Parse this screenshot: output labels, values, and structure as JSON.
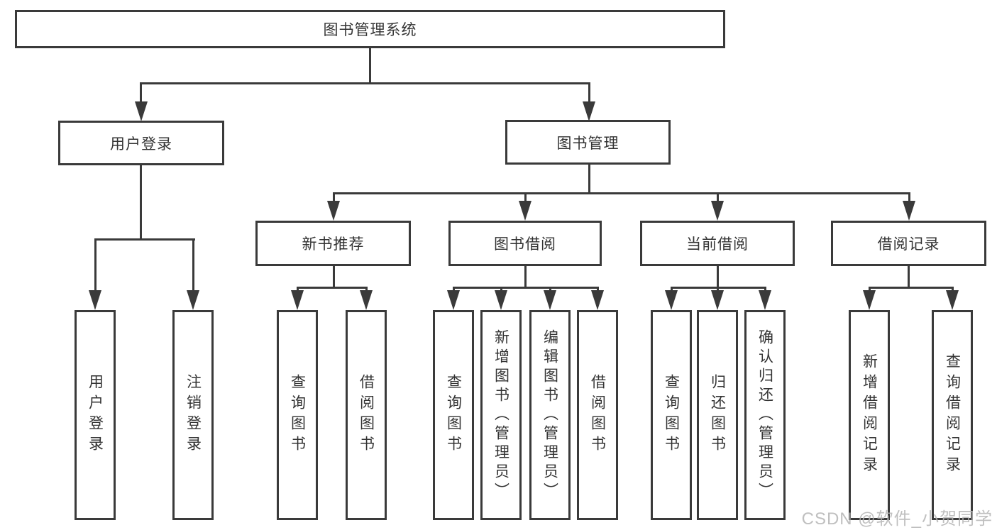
{
  "diagram": {
    "root": {
      "label": "图书管理系统"
    },
    "level2": [
      {
        "label": "用户登录",
        "leaves": [
          "用户登录",
          "注销登录"
        ]
      },
      {
        "label": "图书管理",
        "groups": [
          {
            "label": "新书推荐",
            "leaves": [
              "查询图书",
              "借阅图书"
            ]
          },
          {
            "label": "图书借阅",
            "leaves": [
              "查询图书",
              "新增图书（管理员）",
              "编辑图书（管理员）",
              "借阅图书"
            ]
          },
          {
            "label": "当前借阅",
            "leaves": [
              "查询图书",
              "归还图书",
              "确认归还（管理员）"
            ]
          },
          {
            "label": "借阅记录",
            "leaves": [
              "新增借阅记录",
              "查询借阅记录"
            ]
          }
        ]
      }
    ]
  },
  "watermark": {
    "text": "CSDN @软件_小贺同学"
  },
  "colors": {
    "line": "#3a3a3a",
    "text": "#333333",
    "box_background": "#ffffff",
    "watermark": "#b4b4b4"
  }
}
